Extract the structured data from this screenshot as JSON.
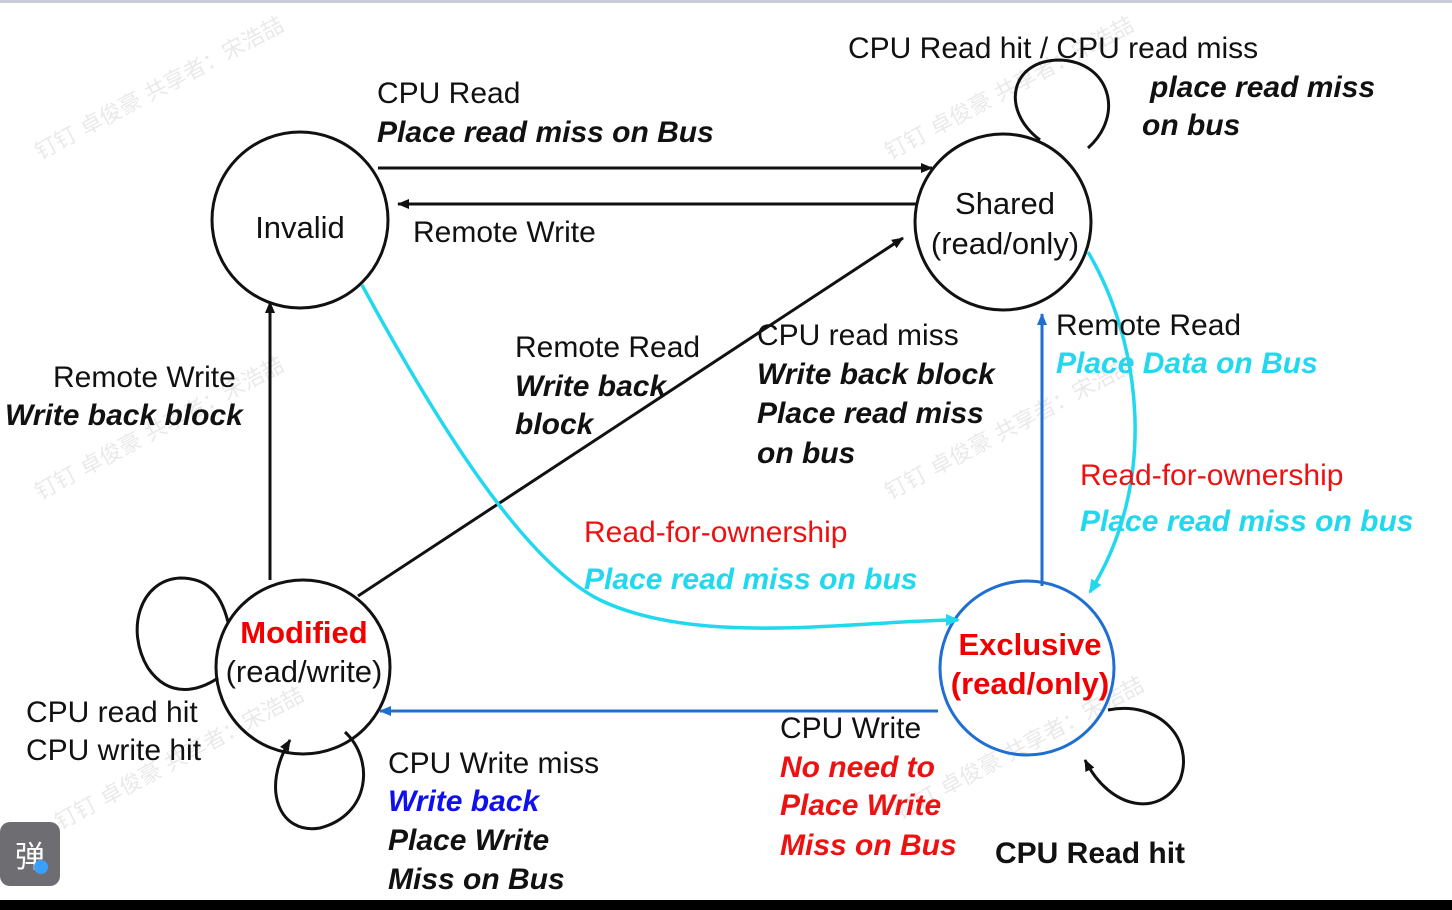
{
  "states": {
    "invalid": "Invalid",
    "shared_line1": "Shared",
    "shared_line2": "(read/only)",
    "modified_line1": "Modified",
    "modified_line2": "(read/write)",
    "exclusive_line1": "Exclusive",
    "exclusive_line2": "(read/only)"
  },
  "labels": {
    "invalid_to_shared": {
      "line1": "CPU Read",
      "line2": "Place read miss on Bus"
    },
    "shared_to_invalid": "Remote Write",
    "shared_self": {
      "line1": "CPU Read hit /  CPU read miss",
      "line2": "place read miss",
      "line3": "on bus"
    },
    "modified_to_invalid": {
      "line1": "Remote  Write",
      "line2": "Write back block"
    },
    "modified_to_shared": {
      "line1": "Remote Read",
      "line2": "Write back",
      "line3": "block"
    },
    "shared_via_modified_miss": {
      "line1": "CPU read miss",
      "line2": "Write back block",
      "line3": "Place read miss",
      "line4": "on bus"
    },
    "exclusive_to_shared": {
      "line1": "Remote Read",
      "line2": "Place Data on Bus"
    },
    "shared_to_exclusive": {
      "line1": "Read-for-ownership",
      "line2": "Place read miss on bus"
    },
    "invalid_to_exclusive": {
      "line1": "Read-for-ownership",
      "line2": "Place read miss on bus"
    },
    "modified_self": {
      "line1": "CPU read hit",
      "line2": "CPU write hit"
    },
    "modified_write_miss": {
      "line1": "CPU Write miss",
      "line2": "Write back",
      "line3": "Place Write",
      "line4": "Miss on Bus"
    },
    "exclusive_to_modified": {
      "line1": "CPU Write",
      "line2": "No need to",
      "line3": "Place Write",
      "line4": "Miss on Bus"
    },
    "exclusive_self": "CPU Read hit"
  },
  "watermark": "钉钉 卓俊豪 共享者：宋浩喆",
  "danmu_button": "弹",
  "colors": {
    "black": "#111111",
    "cyan": "#22d8ee",
    "blue": "#1f6fd0",
    "red": "#ee1111",
    "text_blue": "#1010ee"
  }
}
